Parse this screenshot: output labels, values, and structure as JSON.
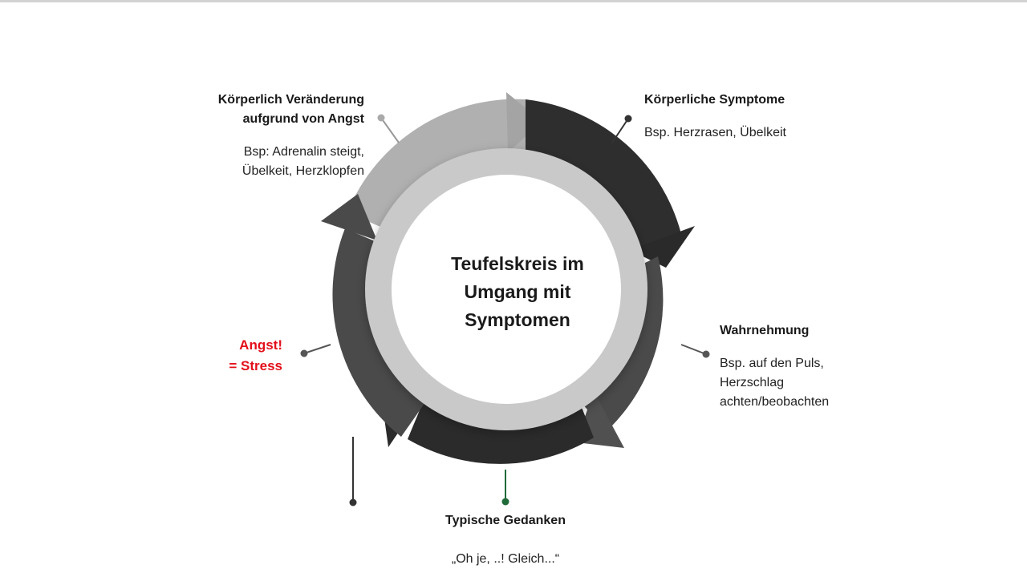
{
  "center": {
    "line1": "Teufelskreis im",
    "line2": "Umgang mit",
    "line3": "Symptomen"
  },
  "nodes": {
    "top_left": {
      "title_line1": "Körperlich Veränderung",
      "title_line2": "aufgrund von Angst",
      "desc_line1": "Bsp: Adrenalin steigt,",
      "desc_line2": "Übelkeit, Herzklopfen"
    },
    "top_right": {
      "title": "Körperliche Symptome",
      "desc": "Bsp. Herzrasen, Übelkeit"
    },
    "right": {
      "title": "Wahrnehmung",
      "desc_line1": "Bsp. auf den Puls,",
      "desc_line2": "Herzschlag",
      "desc_line3": "achten/beobachten"
    },
    "bottom": {
      "title": "Typische Gedanken",
      "desc": "„Oh je, ..! Gleich...“"
    },
    "left": {
      "line1": "Angst!",
      "line2": "= Stress"
    }
  },
  "colors": {
    "alert": "#e3101b",
    "ring_light": "#b0b0b0",
    "ring_dark": "#2e2e2e",
    "ring_mid": "#4a4a4a",
    "inner_ring": "#c9c9c9",
    "accent_green": "#1f6b3a"
  }
}
